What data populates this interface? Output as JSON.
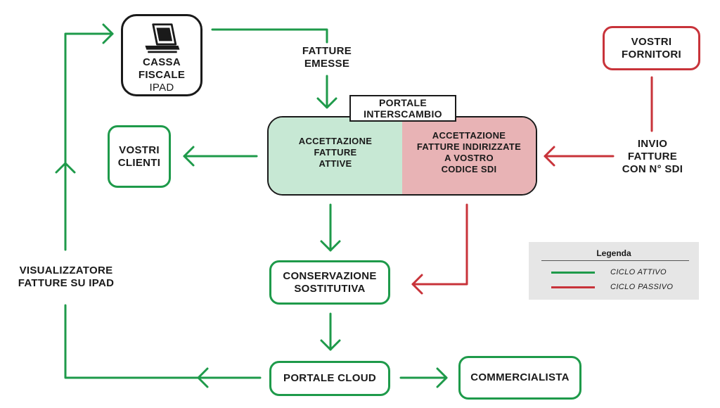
{
  "colors": {
    "green": "#1e9a4a",
    "red": "#c8333a",
    "dark": "#1a1a1a"
  },
  "cassa": {
    "line1": "CASSA",
    "line2": "FISCALE",
    "line3": "IPAD",
    "icon": "ipad-pos-icon"
  },
  "fatture_emesse": {
    "line1": "FATTURE",
    "line2": "EMESSE"
  },
  "portale_title": {
    "line1": "PORTALE",
    "line2": "INTERSCAMBIO"
  },
  "portale_left": {
    "line1": "ACCETTAZIONE",
    "line2": "FATTURE",
    "line3": "ATTIVE"
  },
  "portale_right": {
    "line1": "ACCETTAZIONE",
    "line2": "FATTURE INDIRIZZATE",
    "line3": "A VOSTRO",
    "line4": "CODICE SDI"
  },
  "vostri_fornitori": {
    "line1": "VOSTRI",
    "line2": "FORNITORI"
  },
  "vostri_clienti": {
    "line1": "VOSTRI",
    "line2": "CLIENTI"
  },
  "invio_fatture": {
    "line1": "INVIO",
    "line2": "FATTURE",
    "line3": "CON N° SDI"
  },
  "visualizzatore": {
    "line1": "VISUALIZZATORE",
    "line2": "FATTURE SU IPAD"
  },
  "conservazione": {
    "line1": "CONSERVAZIONE",
    "line2": "SOSTITUTIVA"
  },
  "portale_cloud": {
    "label": "PORTALE CLOUD"
  },
  "commercialista": {
    "label": "COMMERCIALISTA"
  },
  "legend": {
    "title": "Legenda",
    "items": [
      {
        "label": "CICLO ATTIVO",
        "color": "#1e9a4a"
      },
      {
        "label": "CICLO PASSIVO",
        "color": "#c8333a"
      }
    ]
  }
}
